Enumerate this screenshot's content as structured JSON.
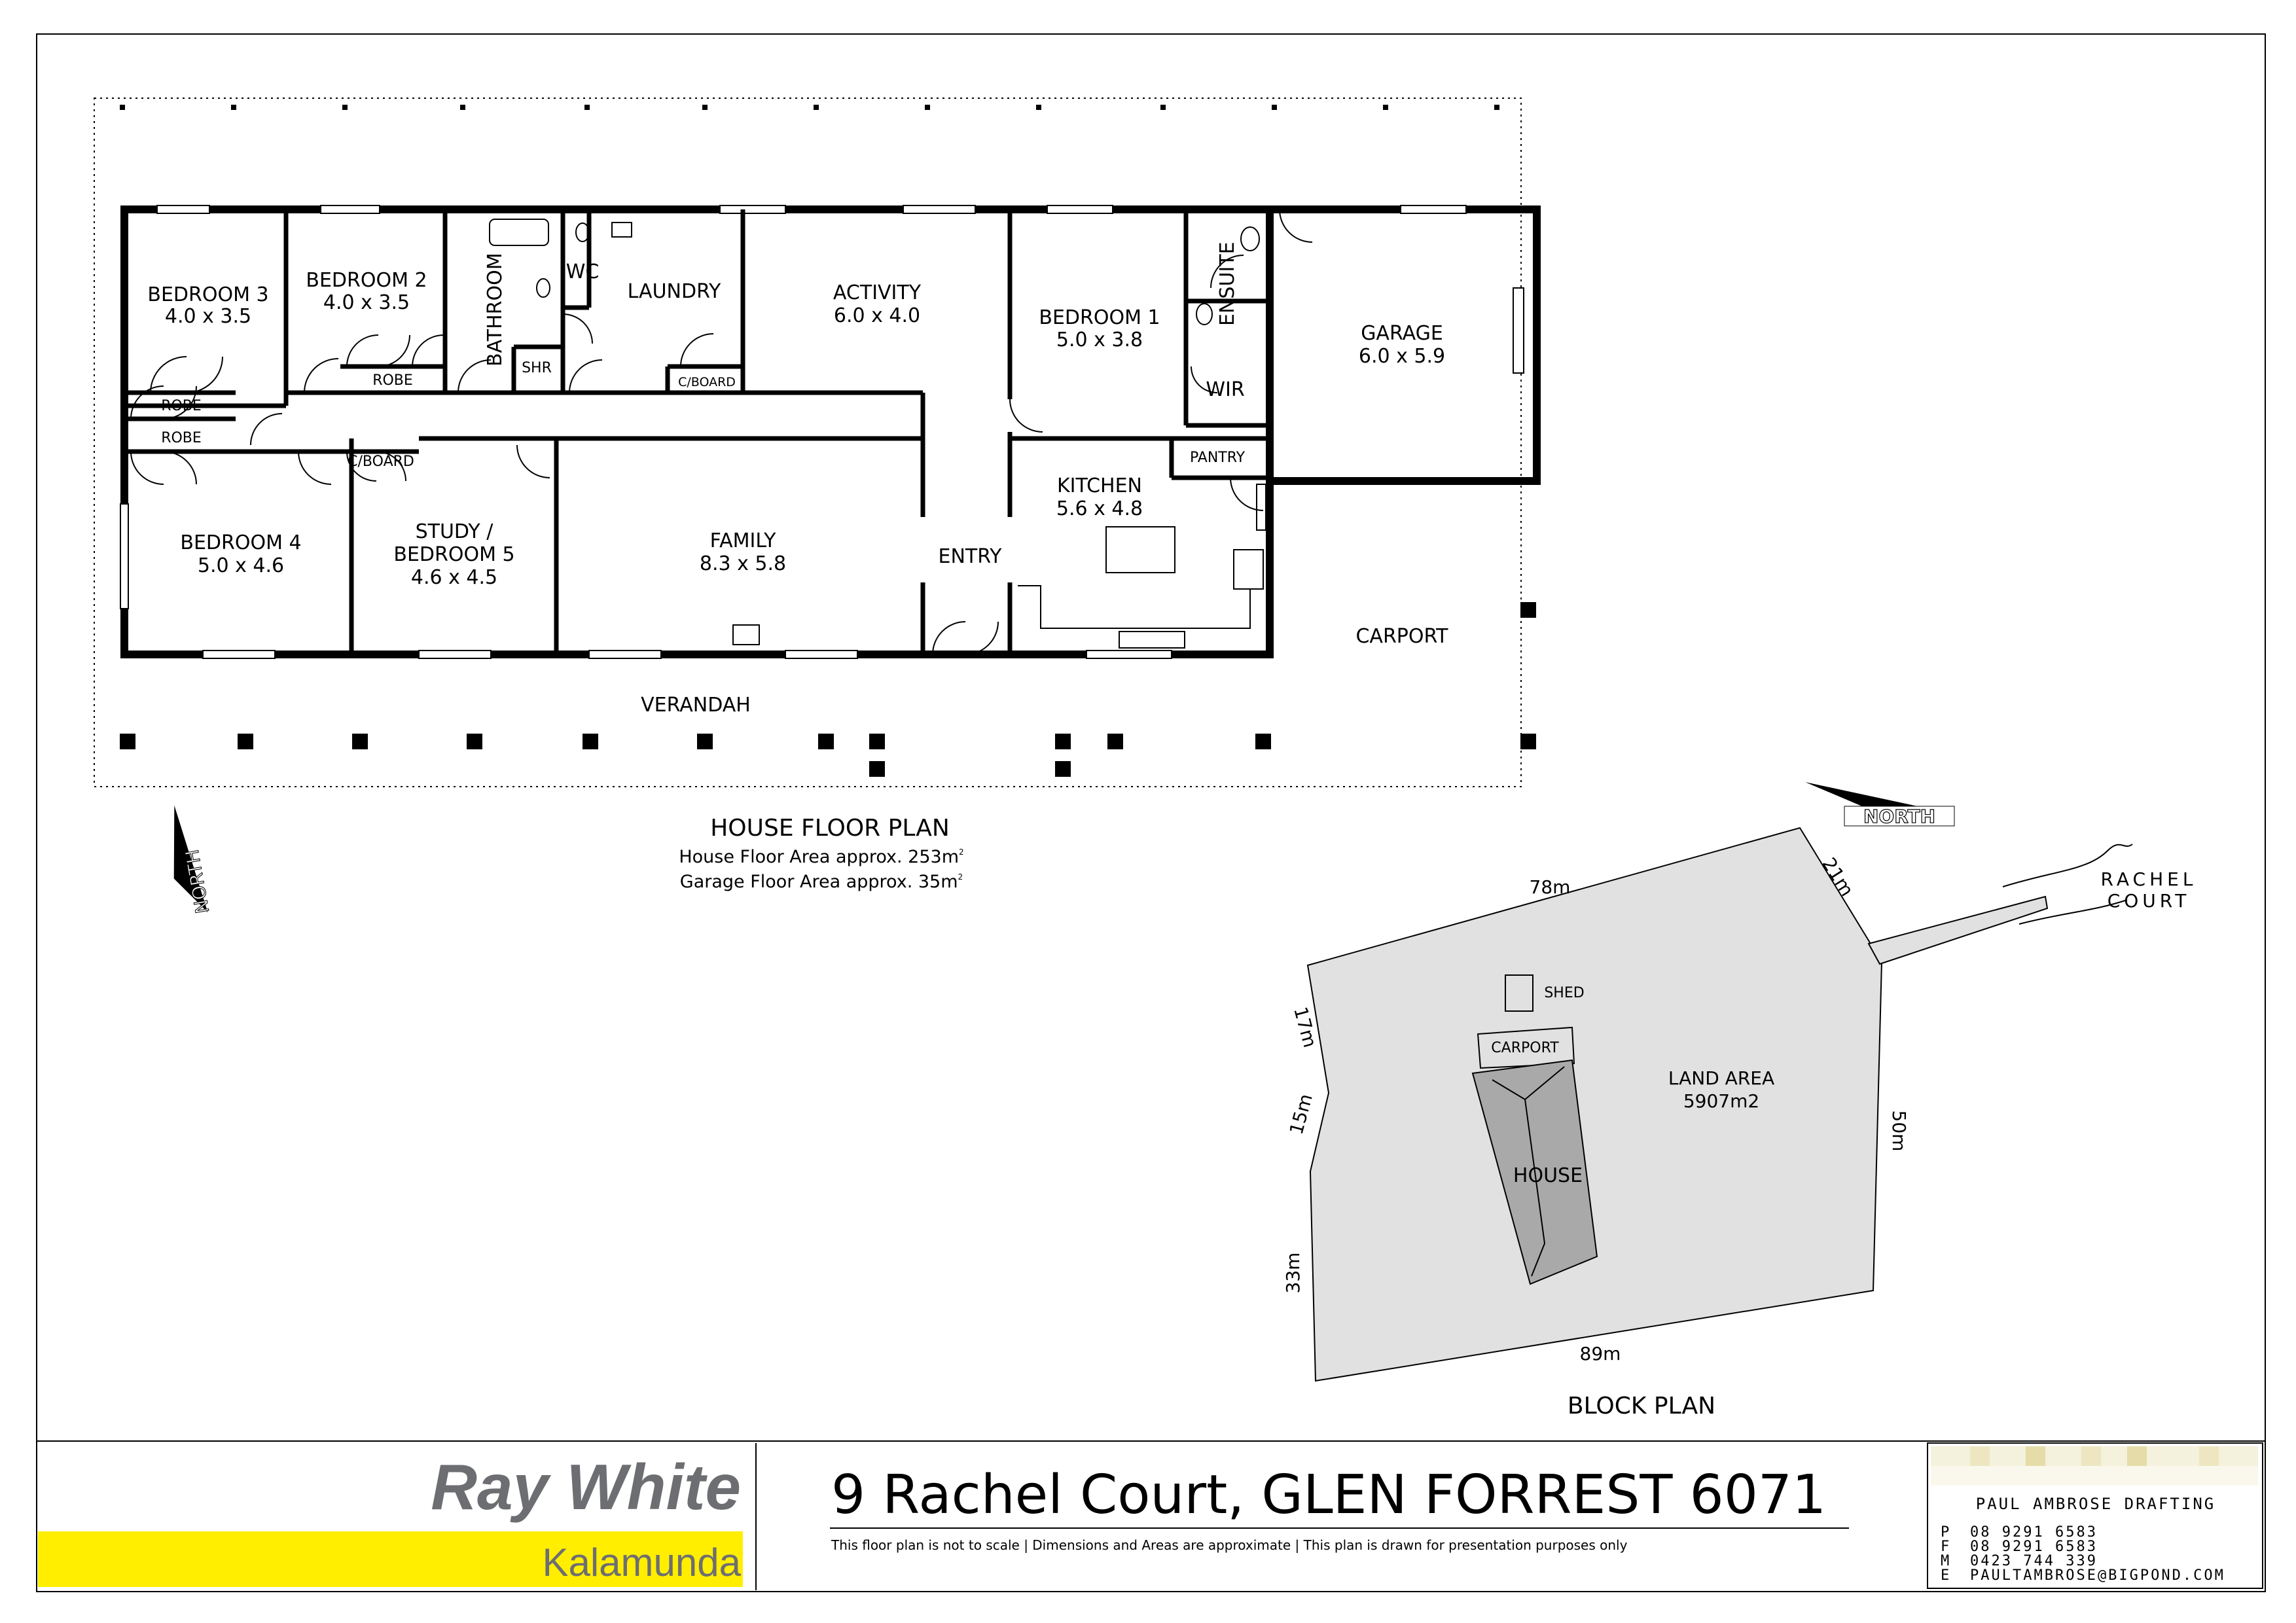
{
  "floor_plan": {
    "title": "HOUSE FLOOR PLAN",
    "house_area": "House Floor Area approx. 253m",
    "garage_area": "Garage Floor Area approx. 35m",
    "area_sup": "2",
    "north_label": "NORTH",
    "verandah": "VERANDAH",
    "carport": "CARPORT",
    "entry": "ENTRY",
    "rooms": {
      "bed3": {
        "name": "BEDROOM 3",
        "size": "4.0 x 3.5"
      },
      "bed2": {
        "name": "BEDROOM 2",
        "size": "4.0 x 3.5"
      },
      "bathroom": {
        "name": "BATHROOM"
      },
      "wc": {
        "name": "WC"
      },
      "shr": {
        "name": "SHR"
      },
      "laundry": {
        "name": "LAUNDRY"
      },
      "activity": {
        "name": "ACTIVITY",
        "size": "6.0 x 4.0"
      },
      "bed1": {
        "name": "BEDROOM 1",
        "size": "5.0 x 3.8"
      },
      "ensuite": {
        "name": "ENSUITE"
      },
      "wir": {
        "name": "WIR"
      },
      "garage": {
        "name": "GARAGE",
        "size": "6.0 x 5.9"
      },
      "robe1": {
        "name": "ROBE"
      },
      "robe2": {
        "name": "ROBE"
      },
      "robe3": {
        "name": "ROBE"
      },
      "cboard1": {
        "name": "C/BOARD"
      },
      "cboard2": {
        "name": "C/BOARD"
      },
      "pantry": {
        "name": "PANTRY"
      },
      "bed4": {
        "name": "BEDROOM 4",
        "size": "5.0 x 4.6"
      },
      "study": {
        "name": "STUDY /",
        "name2": "BEDROOM 5",
        "size": "4.6 x 4.5"
      },
      "family": {
        "name": "FAMILY",
        "size": "8.3 x 5.8"
      },
      "kitchen": {
        "name": "KITCHEN",
        "size": "5.6 x 4.8"
      }
    }
  },
  "block_plan": {
    "title": "BLOCK PLAN",
    "north_label": "NORTH",
    "street_line1": "RACHEL",
    "street_line2": "COURT",
    "land_area_label": "LAND AREA",
    "land_area_value": "5907m2",
    "shed": "SHED",
    "carport": "CARPORT",
    "house": "HOUSE",
    "dims": {
      "top": "78m",
      "top_right": "21m",
      "right": "50m",
      "bottom": "89m",
      "left_bottom": "33m",
      "left_mid": "15m",
      "left_top": "17m"
    }
  },
  "footer": {
    "brand": "Ray White",
    "office": "Kalamunda",
    "address": "9 Rachel Court, GLEN FORREST 6071",
    "disclaimer": "This floor plan is not to scale | Dimensions and Areas are approximate | This plan is drawn for presentation purposes only",
    "drafter": "PAUL AMBROSE DRAFTING",
    "contacts": [
      {
        "label": "P",
        "value": "08 9291 6583"
      },
      {
        "label": "F",
        "value": "08 9291 6583"
      },
      {
        "label": "M",
        "value": "0423 744 339"
      },
      {
        "label": "E",
        "value": "PAULTAMBROSE@BIGPOND.COM"
      }
    ]
  },
  "colors": {
    "land": "#e1e1e1",
    "house_block": "#a9a9a9",
    "brand_yellow": "#ffee00",
    "brand_grey": "#6d6e71"
  }
}
